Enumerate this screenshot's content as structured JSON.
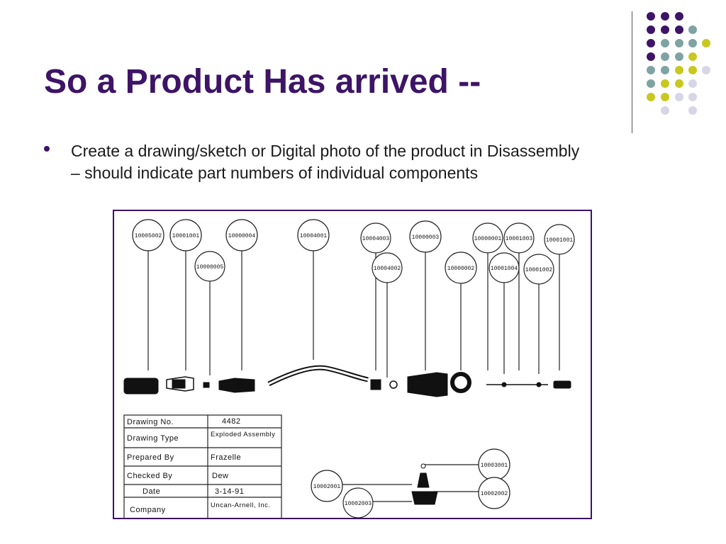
{
  "slide": {
    "title": "So a Product Has arrived --",
    "bullet": "Create a drawing/sketch or Digital photo of the product in Disassembly – should indicate part numbers of individual components"
  },
  "colors": {
    "purple": "#3d1466",
    "teal": "#7fa3a3",
    "olive": "#c8c820",
    "lavender": "#d6d6e6"
  },
  "drawing": {
    "top_parts": [
      {
        "number": "10005002"
      },
      {
        "number": "10001001"
      },
      {
        "number": "10000005"
      },
      {
        "number": "10000004"
      },
      {
        "number": "10004001"
      },
      {
        "number": "10004003"
      },
      {
        "number": "10004002"
      },
      {
        "number": "10000003"
      },
      {
        "number": "10000002"
      },
      {
        "number": "10000001"
      },
      {
        "number": "10001004"
      },
      {
        "number": "10001003"
      },
      {
        "number": "10001002"
      },
      {
        "number": "10001001"
      }
    ],
    "bottom_parts": [
      {
        "number": "10002001"
      },
      {
        "number": "10002003"
      },
      {
        "number": "10003001"
      },
      {
        "number": "10002002"
      }
    ],
    "title_block": [
      {
        "label": "Drawing No.",
        "value": "4482"
      },
      {
        "label": "Drawing Type",
        "value": "Exploded Assembly"
      },
      {
        "label": "Prepared By",
        "value": "Frazelle"
      },
      {
        "label": "Checked By",
        "value": "Dew"
      },
      {
        "label": "Date",
        "value": "3-14-91"
      },
      {
        "label": "Company",
        "value": "Uncan-Arnell, Inc."
      }
    ]
  }
}
